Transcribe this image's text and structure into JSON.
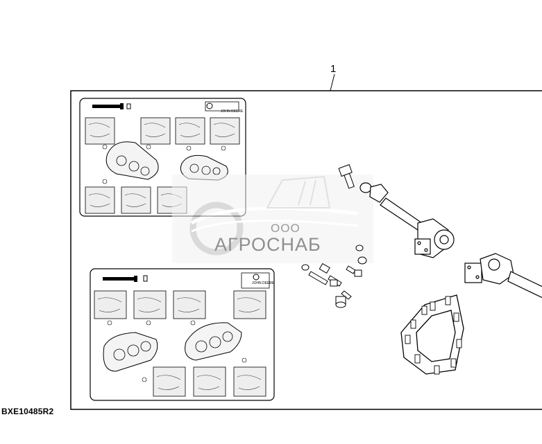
{
  "diagram": {
    "callout_number": "1",
    "figure_code": "BXE10485R2",
    "decal_brand": "JOHN DEERE",
    "watermark": {
      "small_text": "ООО",
      "name_text": "АГРОСНАБ"
    }
  }
}
